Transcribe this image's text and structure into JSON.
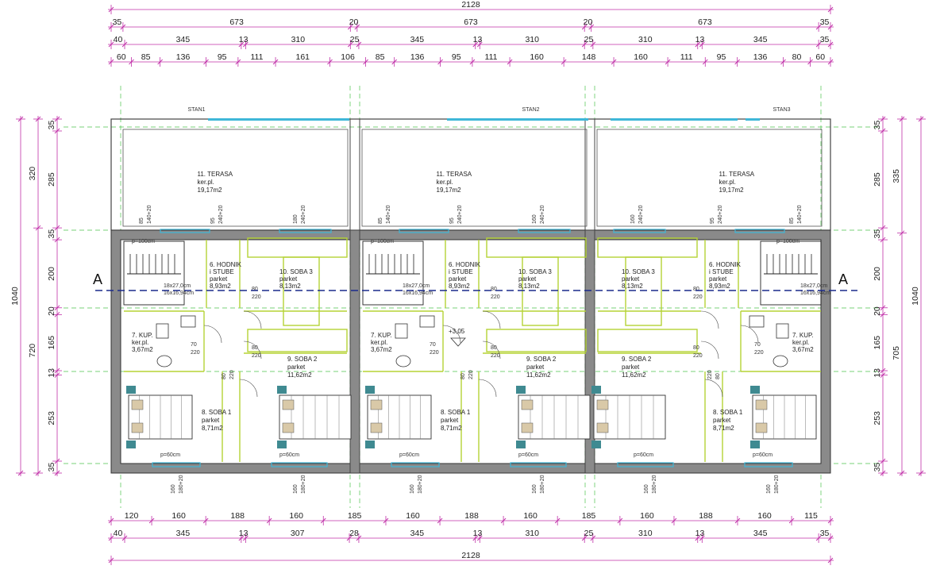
{
  "sheet": {
    "total_width": "2128",
    "top_row1": [
      "35",
      "673",
      "20",
      "673",
      "20",
      "673",
      "35"
    ],
    "top_row2": [
      "40",
      "345",
      "13",
      "310",
      "25",
      "345",
      "13",
      "310",
      "25",
      "310",
      "13",
      "345",
      "35"
    ],
    "top_row3": [
      "60",
      "85",
      "136",
      "95",
      "111",
      "161",
      "106",
      "85",
      "136",
      "95",
      "111",
      "160",
      "148",
      "160",
      "111",
      "95",
      "136",
      "80",
      "60"
    ],
    "bottom_row1": [
      "120",
      "160",
      "188",
      "160",
      "185",
      "160",
      "188",
      "160",
      "185",
      "160",
      "188",
      "160",
      "115"
    ],
    "bottom_row2": [
      "40",
      "345",
      "13",
      "307",
      "28",
      "345",
      "13",
      "310",
      "25",
      "310",
      "13",
      "345",
      "35"
    ],
    "left_outer": [
      "1040"
    ],
    "left_mid": [
      "320",
      "720"
    ],
    "left_inner": [
      "35",
      "285",
      "35",
      "200",
      "20",
      "165",
      "13",
      "253",
      "35"
    ],
    "right_outer": [
      "1040"
    ],
    "right_mid": [
      "335",
      "705"
    ],
    "right_inner": [
      "35",
      "285",
      "35",
      "200",
      "20",
      "165",
      "13",
      "253",
      "35"
    ],
    "section_marker": "A",
    "level_mark": "+3,05"
  },
  "units": [
    {
      "name": "STAN1",
      "terasa": [
        "11. TERASA",
        "ker.pl.",
        "19,17m2"
      ],
      "hodnik": [
        "6. HODNIK",
        "i STUBE",
        "parket",
        "8,93m2"
      ],
      "soba3": [
        "10. SOBA 3",
        "parket",
        "8,13m2"
      ],
      "kup": [
        "7. KUP.",
        "ker.pl.",
        "3,67m2"
      ],
      "soba2": [
        "9. SOBA 2",
        "parket",
        "11,62m2"
      ],
      "soba1": [
        "8. SOBA 1",
        "parket",
        "8,71m2"
      ],
      "stair_text": [
        "18x27,0cm",
        "16x16,94cm"
      ],
      "window_top": [
        "85",
        "140+20",
        "95",
        "240+20",
        "180",
        "240+20"
      ],
      "window_bottom": [
        "160",
        "180+20",
        "160",
        "180+20"
      ],
      "door_marks": [
        "80",
        "220",
        "70",
        "220",
        "80",
        "220",
        "80",
        "220"
      ],
      "p_labels": [
        "p=100cm",
        "p=60cm",
        "p=60cm"
      ]
    },
    {
      "name": "STAN2",
      "terasa": [
        "11. TERASA",
        "ker.pl.",
        "19,17m2"
      ],
      "hodnik": [
        "6. HODNIK",
        "i STUBE",
        "parket",
        "8,93m2"
      ],
      "soba3": [
        "10. SOBA 3",
        "parket",
        "8,13m2"
      ],
      "kup": [
        "7. KUP.",
        "ker.pl.",
        "3,67m2"
      ],
      "soba2": [
        "9. SOBA 2",
        "parket",
        "11,62m2"
      ],
      "soba1": [
        "8. SOBA 1",
        "parket",
        "8,71m2"
      ],
      "stair_text": [
        "18x27,0cm",
        "16x16,94cm"
      ],
      "window_top": [
        "85",
        "140+20",
        "95",
        "240+20",
        "160",
        "240+20"
      ],
      "window_bottom": [
        "160",
        "180+20",
        "160",
        "180+20"
      ],
      "door_marks": [
        "80",
        "220",
        "70",
        "220",
        "80",
        "220",
        "80",
        "220"
      ],
      "p_labels": [
        "p=100cm",
        "p=60cm",
        "p=60cm"
      ]
    },
    {
      "name": "STAN3",
      "terasa": [
        "11. TERASA",
        "ker.pl.",
        "19,17m2"
      ],
      "hodnik": [
        "6. HODNIK",
        "i STUBE",
        "parket",
        "8,93m2"
      ],
      "soba3": [
        "10. SOBA 3",
        "parket",
        "8,13m2"
      ],
      "kup": [
        "7. KUP.",
        "ker.pl.",
        "3,67m2"
      ],
      "soba2": [
        "9. SOBA 2",
        "parket",
        "11,62m2"
      ],
      "soba1": [
        "8. SOBA 1",
        "parket",
        "8,71m2"
      ],
      "stair_text": [
        "18x27,0cm",
        "16x16,94cm"
      ],
      "window_top": [
        "160",
        "240+20",
        "95",
        "240+20",
        "85",
        "140+20"
      ],
      "window_bottom": [
        "160",
        "180+20",
        "160",
        "180+20"
      ],
      "door_marks": [
        "80",
        "220",
        "70",
        "220",
        "80",
        "220",
        "80",
        "220"
      ],
      "p_labels": [
        "p=100cm",
        "p=60cm",
        "p=60cm"
      ]
    }
  ],
  "colors": {
    "dim_line": "#c02fa8",
    "axis_green": "#4cc24c",
    "wall_fill": "#8a8a8a",
    "room_line": "#b5d335",
    "window_blue": "#3fb7d8",
    "section_blue": "#1a2a8c",
    "text": "#222222",
    "furniture_teal": "#3f8a91"
  }
}
